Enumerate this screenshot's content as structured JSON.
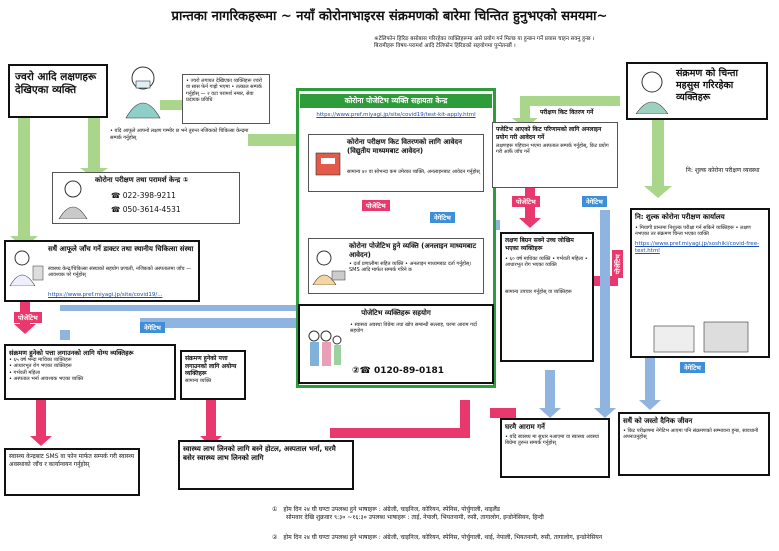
{
  "title": "प्रान्तका नागरिकहरूमा ~ नयाँ कोरोनाभाइरस संक्रमणको बारेमा चिन्तित हुनुभएको समयमा~",
  "top_note": {
    "line1": "※टेलिफोन हिरिङ बसोबास गरिरहेका व्यक्तिहरूमा असे प्रयोग गर्न मिल्छ या हुन्छन गर्ने प्रयास चाहन सक्नु हुन्छ ।",
    "line2": "बिरामीहरू विषय-परामर्श आदि टेलिफोन हिरिङको सहयोगमा पुग्नेतन्छौं ।"
  },
  "fever_person": {
    "label": "ज्वरो आदि लक्षणहरू देखिएका व्यक्ति"
  },
  "fever_note": "• ज्वरो लगायत देखिएका व्यक्तिहरू ज्वरो वा सास फेर्न गाह्रो भएमा\n• तत्काल सम्पर्क गर्नुहोस् — २ वटा परामर्श नम्बर, सेवा प्रदायक प्रविधि",
  "check_note": "• यदि आफूले आफ्नो लक्षण गम्भीर छ भने तुरुन्त नजिकको चिकित्सा केन्द्रमा सम्पर्क गर्नुहोस्",
  "consult_center": {
    "title": "कोरोना परीक्षण तथा परामर्श केन्द्र ①",
    "phone1": "022-398-9211",
    "phone2": "050-3614-4531"
  },
  "doctor_box": {
    "title": "सधैं आफूले जाँच गर्ने डाक्टर तथा स्थानीय चिकित्सा संस्था",
    "text": "स्वास्थ्य केन्द्र/चिकित्सा संस्थाको सहयोग प्रणाली, नजिकको अस्पतालमा जाँच — आवश्यक परे गर्नुहोस्",
    "link": "https://www.pref.miyagi.jp/site/covid19/..."
  },
  "pcr_center": {
    "title": "कोरोना पोजेटिभ व्यक्ति सहायता केन्द्र",
    "link": "https://www.pref.miyagi.jp/site/covid19/test-kit-apply.html"
  },
  "kit_box": {
    "title": "कोरोना परीक्षण किट वितरणको लागि आवेदन (विद्युतीय माध्यमबाट आवेदन)",
    "text": "सामान्य ४० वा सोभन्दा कम उमेरका व्यक्ति, अनलाइनबाट आवेदन गर्नुहोस्"
  },
  "self_box": {
    "title": "कोरोना पोजेटिभ हुने व्यक्ति (अनलाइन माध्यमबाट आवेदन)",
    "text": "• दर्ता प्रणालीमा सहित व्यक्ति • अनलाइन माध्यमबाट दर्ता गर्नुहोस्। SMS आदि मार्फत सम्पर्क गरिने छ"
  },
  "support_box": {
    "title": "पोजेटिभ व्यक्तिहरू सहयोग",
    "text": "• स्वास्थ्य अवस्था विग्रेमा तथा खोप सम्बन्धी सल्लाह, घरमा आराम गर्दा सहयोग",
    "phone_label": "②☎ 0120-89-0181"
  },
  "kit_apply_top": {
    "label": "परीक्षण किट वितरण गर्ने"
  },
  "kit_result": {
    "title": "पजेटिभ आएको किट परिणामको लागि अनलाइन प्रयोग गरी आवेदन गर्ने",
    "text": "लक्षणहरू पहिचान भएमा अस्पताल सम्पर्क गर्नुहोस्, किट प्रयोग गरी आफैं जाँच गर्ने"
  },
  "worried_person": {
    "label": "संक्रमण को चिन्ता महसुस गरिरहेका व्यक्तिहरू"
  },
  "free_test_note": "नि: शुल्क कोरोना परीक्षण व्यवस्था",
  "free_test_office": {
    "title": "नि: शुल्क कोरोना परीक्षण कार्यालय",
    "text": "• मियागी प्रान्तमा निशुल्क परीक्षा गर्न सकिने व्यक्तिहरू • लक्षण नभएका तर संक्रमण चिन्ता भएका व्यक्ति",
    "link": "https://www.pref.miyagi.jp/soshiki/covid-free-test.html"
  },
  "symptom_list": {
    "line1": "लक्षण बिग्रन सक्ने उच्च जोखिम भएका व्यक्तिहरू",
    "line2": "• ६० वर्ष माथिका व्यक्ति • गर्भवती महिला • आधारभूत रोग भएका व्यक्ति",
    "line3": "सामान्य उपचार गर्नुहोस् वा व्यक्तिहरू"
  },
  "serious_box": {
    "title": "संक्रमण हुनेको पत्ता लगाउनको लागि योग्य व्यक्तिहरू",
    "text": "• ६५ वर्ष भन्दा माथिका व्यक्तिहरू\n• आधारभूत रोग भएका व्यक्तिहरू\n• गर्भवती महिला\n• अस्पताल भर्ना आवश्यक भएका व्यक्ति"
  },
  "report_box": {
    "title": "संक्रमण हुनेको पत्ता लगाउनको लागि अयोग्य व्यक्तिहरू",
    "text": "सामान्य व्यक्ति"
  },
  "sms_box": {
    "text": "स्वास्थ्य केन्द्रबाट SMS वा फोन मार्फत सम्पर्क गरी स्वास्थ्य अवस्थाको जाँच र कार्यान्वयन गर्नुहोस्"
  },
  "hotel_box": {
    "text": "स्वास्थ्य लाभ लिनको लागि बस्ने होटल, अस्पताल भर्ना, घरमै बसेर स्वास्थ्य लाभ लिनको लागि"
  },
  "home_rest": {
    "title": "घरमै आराम गर्ने",
    "text": "• यदि स्वास्थ्य मा सुधार नआएमा वा स्वास्थ्य अवस्था बिग्रेमा तुरुन्त सम्पर्क गर्नुहोस्"
  },
  "daily_life": {
    "title": "सधैं को जस्तो दैनिक जीवन",
    "text": "• किट परीक्षणमा नेगेटिभ आएमा पनि संक्रमणको सम्भावना हुन्छ, सावधानी अपनाउनुहोस्"
  },
  "labels": {
    "positive": "पोजेटिभ",
    "negative": "नेगेटिभ"
  },
  "footnotes": {
    "f1_line1": "①　होम  दिन २४ घी घण्टा उपलब्ध हुने भाषाहरू : अंग्रेजी, चाइनिज, कोरियन, स्पेनिस, पोर्चुगाली, थाइलैंड",
    "f1_line2": "सोमवार देखि शुक्रवार  ९:३० ~१६:३० उपलब्ध भाषाहरू : ताई, नेपाली, भियतनामी, रुसी, तागालोग, इन्डोनेसियन, हिन्दी",
    "f2": "②　होम  दिन २४ घी घण्टा उपलब्ध हुने भाषाहरू : अंग्रेजी, चाइनिज, कोरियन, स्पेनिस, पोर्चुगाली, थाई, नेपाली, भियतनामी, रुसी, तागालोग, इन्डोनेसियन"
  },
  "colors": {
    "green_frame": "#2e9c3a",
    "pink": "#e8386d",
    "blue": "#3f8ed8",
    "green_arrow": "#9bcf7c"
  }
}
